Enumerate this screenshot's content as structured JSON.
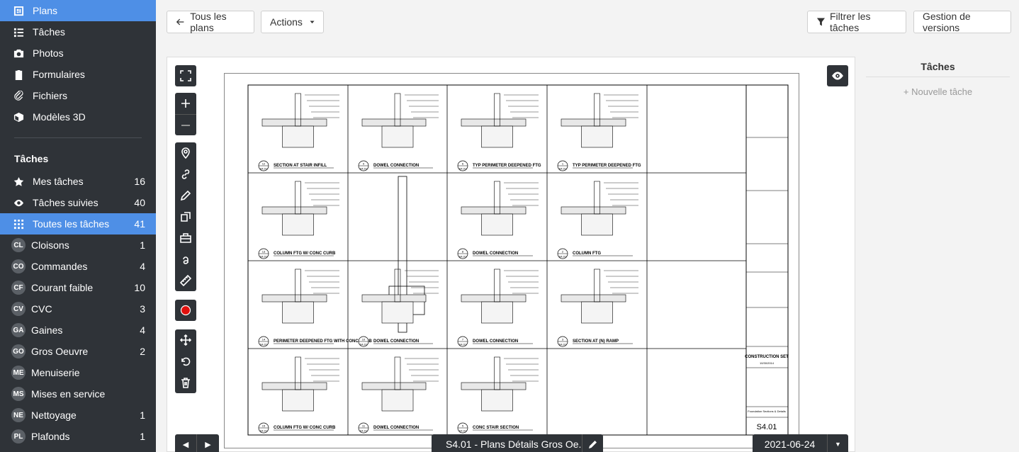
{
  "sidebar": {
    "top_items": [
      {
        "label": "Plans",
        "icon": "plans-icon"
      },
      {
        "label": "Tâches",
        "icon": "list-icon"
      },
      {
        "label": "Photos",
        "icon": "camera-icon"
      },
      {
        "label": "Formulaires",
        "icon": "clipboard-icon"
      },
      {
        "label": "Fichiers",
        "icon": "paperclip-icon"
      },
      {
        "label": "Modèles 3D",
        "icon": "cube-icon"
      }
    ],
    "tasks_title": "Tâches",
    "task_filters": [
      {
        "label": "Mes tâches",
        "count": "16",
        "icon": "star-icon"
      },
      {
        "label": "Tâches suivies",
        "count": "40",
        "icon": "eye-icon"
      },
      {
        "label": "Toutes les tâches",
        "count": "41",
        "icon": "grid-icon"
      }
    ],
    "categories": [
      {
        "badge": "CL",
        "label": "Cloisons",
        "count": "1"
      },
      {
        "badge": "CO",
        "label": "Commandes",
        "count": "4"
      },
      {
        "badge": "CF",
        "label": "Courant faible",
        "count": "10"
      },
      {
        "badge": "CV",
        "label": "CVC",
        "count": "3"
      },
      {
        "badge": "GA",
        "label": "Gaines",
        "count": "4"
      },
      {
        "badge": "GO",
        "label": "Gros Oeuvre",
        "count": "2"
      },
      {
        "badge": "ME",
        "label": "Menuiserie",
        "count": ""
      },
      {
        "badge": "MS",
        "label": "Mises en service",
        "count": ""
      },
      {
        "badge": "NE",
        "label": "Nettoyage",
        "count": "1"
      },
      {
        "badge": "PL",
        "label": "Plafonds",
        "count": "1"
      }
    ]
  },
  "toolbar": {
    "back_label": "Tous les plans",
    "actions_label": "Actions",
    "filter_label": "Filtrer les tâches",
    "versions_label": "Gestion de versions"
  },
  "viewer": {
    "sheet_title": "S4.01 - Plans Détails Gros Oe...",
    "version": "2021-06-24"
  },
  "drawing": {
    "details": [
      {
        "num": "12",
        "ref": "S4.01",
        "title": "SECTION AT STAIR INFILL"
      },
      {
        "num": "9",
        "ref": "S4.01",
        "title": "DOWEL CONNECTION"
      },
      {
        "num": "6",
        "ref": "S4.01",
        "title": "TYP PERIMETER DEEPENED FTG"
      },
      {
        "num": "1",
        "ref": "S4.01",
        "title": "TYP PERIMETER DEEPENED FTG"
      },
      {
        "num": "13",
        "ref": "S4.01",
        "title": "COLUMN FTG W/ CONC CURB"
      },
      {
        "num": "8",
        "ref": "S4.01",
        "title": "DOWEL CONNECTION"
      },
      {
        "num": "2",
        "ref": "S4.01",
        "title": "COLUMN FTG"
      },
      {
        "num": "14",
        "ref": "S4.01",
        "title": "PERIMETER DEEPENED FTG WITH CONC CURB"
      },
      {
        "num": "10",
        "ref": "S4.01",
        "title": "DOWEL CONNECTION"
      },
      {
        "num": "7",
        "ref": "S4.01",
        "title": "DOWEL CONNECTION"
      },
      {
        "num": "3",
        "ref": "S4.01",
        "title": "SECTION AT (N) RAMP"
      },
      {
        "num": "15",
        "ref": "S4.01",
        "title": "COLUMN FTG W/ CONC CURB"
      },
      {
        "num": "11",
        "ref": "S4.01",
        "title": "DOWEL CONNECTION"
      },
      {
        "num": "5",
        "ref": "S4.01",
        "title": "CONC STAIR SECTION"
      }
    ],
    "title_block": {
      "set_name": "CONSTRUCTION SET",
      "date": "10/30/2014",
      "sheet_title": "Foundation Sections & Details",
      "sheet_number": "S4.01"
    }
  },
  "rpanel": {
    "title": "Tâches",
    "new_task": "+ Nouvelle tâche"
  }
}
